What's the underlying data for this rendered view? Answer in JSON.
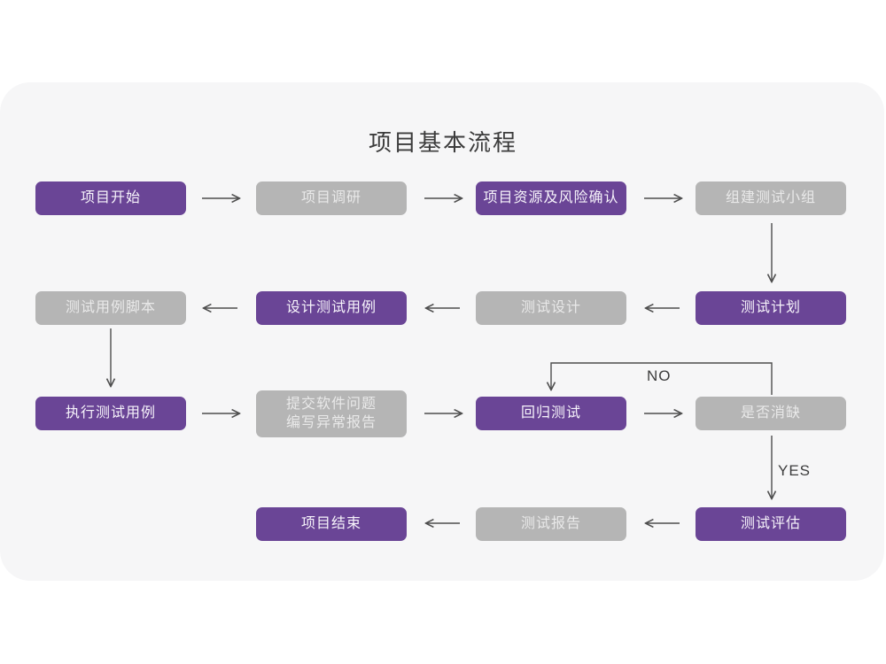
{
  "title": "项目基本流程",
  "colors": {
    "accent_purple": "#6A4596",
    "node_gray": "#B5B5B5",
    "card_background": "#F6F6F7",
    "arrow": "#4D4D4D"
  },
  "nodes": [
    {
      "label": "项目开始",
      "style": "purple"
    },
    {
      "label": "项目调研",
      "style": "gray"
    },
    {
      "label": "项目资源及风险确认",
      "style": "purple"
    },
    {
      "label": "组建测试小组",
      "style": "gray"
    },
    {
      "label": "测试计划",
      "style": "purple"
    },
    {
      "label": "测试设计",
      "style": "gray"
    },
    {
      "label": "设计测试用例",
      "style": "purple"
    },
    {
      "label": "测试用例脚本",
      "style": "gray"
    },
    {
      "label": "执行测试用例",
      "style": "purple"
    },
    {
      "label": "提交软件问题\n编写异常报告",
      "style": "gray"
    },
    {
      "label": "回归测试",
      "style": "purple"
    },
    {
      "label": "是否消缺",
      "style": "gray"
    },
    {
      "label": "测试评估",
      "style": "purple"
    },
    {
      "label": "测试报告",
      "style": "gray"
    },
    {
      "label": "项目结束",
      "style": "purple"
    }
  ],
  "edge_labels": {
    "no": "NO",
    "yes": "YES"
  }
}
